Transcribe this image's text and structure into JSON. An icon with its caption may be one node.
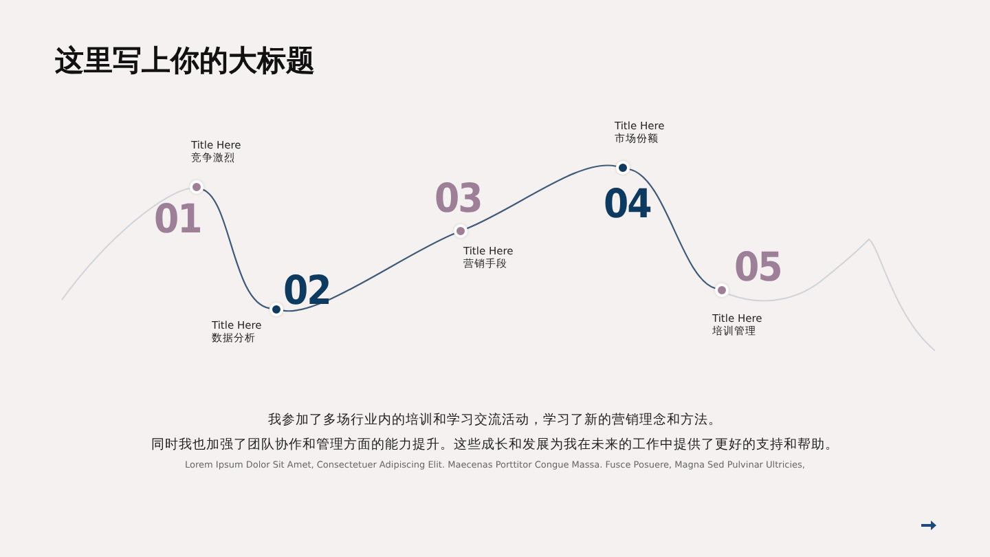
{
  "diagram": {
    "title": "这里写上你的大标题",
    "nodes": [
      {
        "text": [],
        "shape": "circle",
        "beside": [
          "01",
          "Title Here",
          "竞争激烈"
        ]
      },
      {
        "text": [],
        "shape": "circle",
        "beside": [
          "02",
          "Title Here",
          "数据分析"
        ]
      },
      {
        "text": [],
        "shape": "circle",
        "beside": [
          "03",
          "Title Here",
          "营销手段"
        ]
      },
      {
        "text": [],
        "shape": "circle",
        "beside": [
          "04",
          "Title Here",
          "市场份额"
        ]
      },
      {
        "text": [],
        "shape": "circle",
        "beside": [
          "05",
          "Title Here",
          "培训管理"
        ]
      }
    ],
    "edges": [
      {
        "from": 0,
        "to": 1,
        "arrow": "none"
      },
      {
        "from": 1,
        "to": 2,
        "arrow": "none"
      },
      {
        "from": 2,
        "to": 3,
        "arrow": "none"
      },
      {
        "from": 3,
        "to": 4,
        "arrow": "none"
      }
    ],
    "labels": [
      "我参加了多场行业内的培训和学习交流活动，学习了新的营销理念和方法。",
      "同时我也加强了团队协作和管理方面的能力提升。这些成长和发展为我在未来的工作中提供了更好的支持和帮助。",
      "Lorem Ipsum Dolor Sit Amet, Consectetuer Adipiscing Elit. Maecenas Porttitor Congue Massa. Fusce Posuere, Magna Sed Pulvinar Ultricies,"
    ]
  }
}
